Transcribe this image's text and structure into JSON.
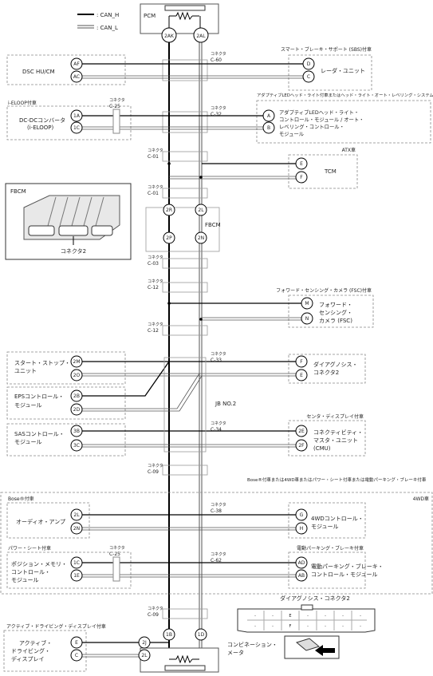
{
  "legend": {
    "can_h": ": CAN_H",
    "can_l": ": CAN_L"
  },
  "pcm": {
    "name": "PCM",
    "pin_h": "2AK",
    "pin_l": "2AL"
  },
  "connector_word": "コネクタ",
  "connectors": {
    "c60": "C-60",
    "c32": "C-32",
    "c01a": "C-01",
    "c01b": "C-01",
    "c03": "C-03",
    "c12a": "C-12",
    "c12b": "C-12",
    "c33": "C-33",
    "c34": "C-34",
    "c09a": "C-09",
    "c38": "C-38",
    "c62": "C-62",
    "c09b": "C-09",
    "c25a": "C-25",
    "c25b": "C-25"
  },
  "groups": {
    "sbs": "スマート・ブレーキ・サポート (SBS)付車",
    "ieloop": "i-ELOOP付車",
    "adaptive_led": "アダプティブLEDヘッド・ライト付車またはヘッド・ライト・オート・レベリング・システム付車かつアダプティブLEDヘッド・ライト無車",
    "atx": "ATX車",
    "fsc": "フォワード・センシング・カメラ (FSC)付車",
    "center_display": "センタ・ディスプレイ付車",
    "bose_4wd": "Bose®付車または4WD車またはパワー・シート付車または電動パーキング・ブレーキ付車",
    "bose": "Bose®付車",
    "wd4": "4WD車",
    "power_seat": "パワー・シート付車",
    "epb": "電動パーキング・ブレーキ付車",
    "active_display": "アクティブ・ドライビング・ディスプレイ付車"
  },
  "modules": {
    "dsc": {
      "name": "DSC HU/CM",
      "pin_h": "AF",
      "pin_l": "AC"
    },
    "radar": {
      "name": "レーダ・ユニット",
      "pin_h": "D",
      "pin_l": "C"
    },
    "dcdc": {
      "line1": "DC-DCコンバータ",
      "line2": "(i-ELOOP)",
      "pin_h": "1A",
      "pin_l": "1C"
    },
    "led": {
      "line1": "アダプティブLEDヘッド・ライト・",
      "line2": "コントロール・モジュール / オート・",
      "line3": "レベリング・コントロール・",
      "line4": "モジュール",
      "pin_h": "A",
      "pin_l": "B"
    },
    "tcm": {
      "name": "TCM",
      "pin_h": "E",
      "pin_l": "F"
    },
    "fbcm": {
      "name": "FBCM",
      "pin_h1": "2R",
      "pin_l1": "2L",
      "pin_h2": "2P",
      "pin_l2": "2N",
      "inset_title": "FBCM",
      "inset_label": "コネクタ2"
    },
    "fsc": {
      "line1": "フォワード・",
      "line2": "センシング・",
      "line3": "カメラ (FSC)",
      "pin_h": "M",
      "pin_l": "N"
    },
    "start_stop": {
      "line1": "スタート・ストップ・",
      "line2": "ユニット",
      "pin_h": "2M",
      "pin_l": "2O"
    },
    "dlc2": {
      "line1": "ダイアグノシス・",
      "line2": "コネクタ2",
      "pin_h": "F",
      "pin_l": "E"
    },
    "eps": {
      "line1": "EPSコントロール・",
      "line2": "モジュール",
      "pin_h": "2B",
      "pin_l": "2D"
    },
    "jb": {
      "name": "JB NO.2"
    },
    "sas": {
      "line1": "SASコントロール・",
      "line2": "モジュール",
      "pin_h": "3B",
      "pin_l": "3C"
    },
    "cmu": {
      "line1": "コネクティビティ・",
      "line2": "マスタ・ユニット",
      "line3": "(CMU)",
      "pin_h": "2E",
      "pin_l": "2F"
    },
    "audio": {
      "name": "オーディオ・アンプ",
      "pin_h": "2L",
      "pin_l": "2N"
    },
    "wd4": {
      "line1": "4WDコントロール・",
      "line2": "モジュール",
      "pin_h": "G",
      "pin_l": "H"
    },
    "seat": {
      "line1": "ポジション・メモリ・",
      "line2": "コントロール・",
      "line3": "モジュール",
      "pin_h": "1C",
      "pin_l": "1E"
    },
    "epb": {
      "line1": "電動パーキング・ブレーキ・",
      "line2": "コントロール・モジュール",
      "pin_h": "AD",
      "pin_l": "AB"
    },
    "add": {
      "line1": "アクティブ・",
      "line2": "ドライビング・",
      "line3": "ディスプレイ",
      "pin_h": "E",
      "pin_l": "C",
      "pin_meter_h": "2J",
      "pin_meter_l": "2L"
    },
    "meter": {
      "line1": "コンビネーション・",
      "line2": "メータ",
      "pin_h": "1B",
      "pin_l": "1D"
    }
  },
  "dlc_inset": {
    "title": "ダイアグノシス・コネクタ2",
    "pin_e": "E",
    "pin_f": "F"
  }
}
